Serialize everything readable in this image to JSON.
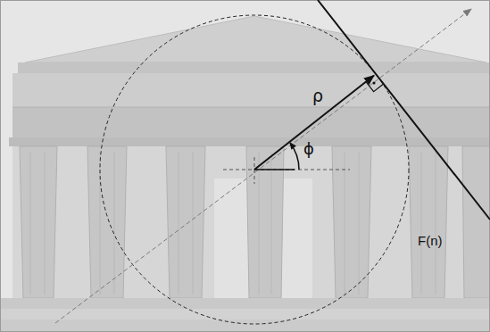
{
  "diagram": {
    "labels": [
      "ρ",
      "ϕ",
      "F(n)"
    ]
  }
}
